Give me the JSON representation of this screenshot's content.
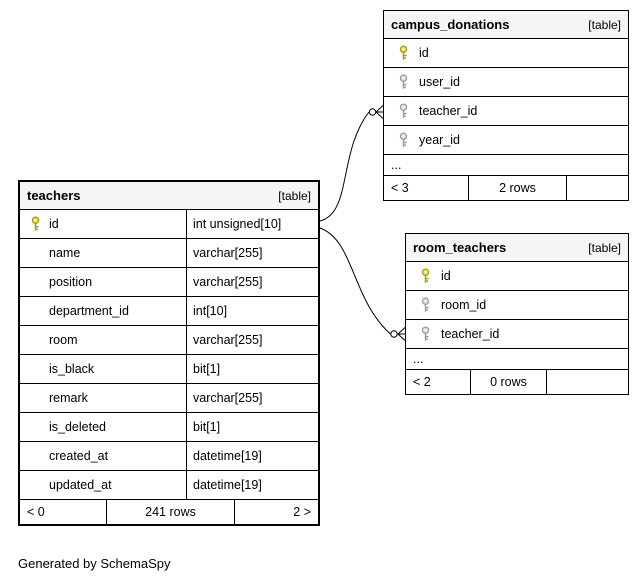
{
  "note": "Generated by SchemaSpy",
  "colors": {
    "primary_key_icon": "#efe32a",
    "foreign_key_icon": "#dddddd",
    "header_bg": "#f5f5f5",
    "border": "#000000"
  },
  "teachers": {
    "title": "teachers",
    "badge": "[table]",
    "rows": [
      {
        "name": "id",
        "type": "int unsigned[10]",
        "icon": "primary-key-icon"
      },
      {
        "name": "name",
        "type": "varchar[255]",
        "icon": null
      },
      {
        "name": "position",
        "type": "varchar[255]",
        "icon": null
      },
      {
        "name": "department_id",
        "type": "int[10]",
        "icon": null
      },
      {
        "name": "room",
        "type": "varchar[255]",
        "icon": null
      },
      {
        "name": "is_black",
        "type": "bit[1]",
        "icon": null
      },
      {
        "name": "remark",
        "type": "varchar[255]",
        "icon": null
      },
      {
        "name": "is_deleted",
        "type": "bit[1]",
        "icon": null
      },
      {
        "name": "created_at",
        "type": "datetime[19]",
        "icon": null
      },
      {
        "name": "updated_at",
        "type": "datetime[19]",
        "icon": null
      }
    ],
    "footer": {
      "left": "< 0",
      "center": "241 rows",
      "right": "2 >"
    }
  },
  "campus_donations": {
    "title": "campus_donations",
    "badge": "[table]",
    "rows": [
      {
        "name": "id",
        "icon": "primary-key-icon"
      },
      {
        "name": "user_id",
        "icon": "foreign-key-icon"
      },
      {
        "name": "teacher_id",
        "icon": "foreign-key-icon"
      },
      {
        "name": "year_id",
        "icon": "foreign-key-icon"
      }
    ],
    "more": "...",
    "footer": {
      "left": "< 3",
      "center": "2 rows",
      "right": ""
    }
  },
  "room_teachers": {
    "title": "room_teachers",
    "badge": "[table]",
    "rows": [
      {
        "name": "id",
        "icon": "primary-key-icon"
      },
      {
        "name": "room_id",
        "icon": "foreign-key-icon"
      },
      {
        "name": "teacher_id",
        "icon": "foreign-key-icon"
      }
    ],
    "more": "...",
    "footer": {
      "left": "< 2",
      "center": "0 rows",
      "right": ""
    }
  }
}
